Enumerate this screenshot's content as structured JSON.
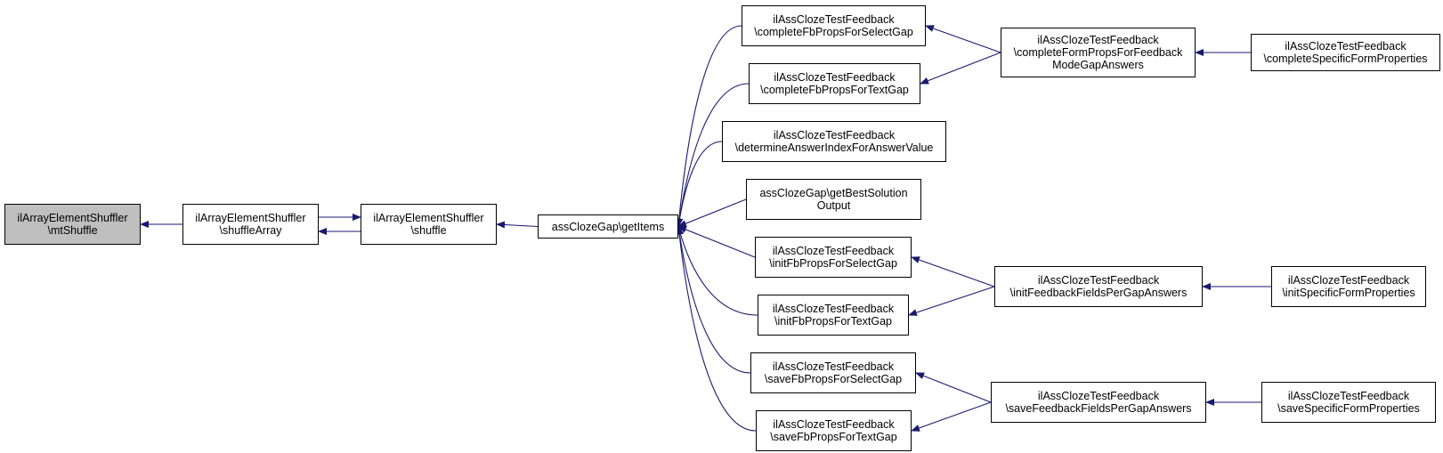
{
  "colors": {
    "edge": "#191970",
    "root_fill": "#bfbfbf",
    "node_fill": "#ffffff",
    "border": "#000000"
  },
  "nodes": {
    "root": {
      "line1": "ilArrayElementShuffler",
      "line2": "\\mtShuffle"
    },
    "shuffle_array": {
      "line1": "ilArrayElementShuffler",
      "line2": "\\shuffleArray"
    },
    "shuffle": {
      "line1": "ilArrayElementShuffler",
      "line2": "\\shuffle"
    },
    "get_items": {
      "line1": "assClozeGap\\getItems"
    },
    "complete_select": {
      "line1": "ilAssClozeTestFeedback",
      "line2": "\\completeFbPropsForSelectGap"
    },
    "complete_text": {
      "line1": "ilAssClozeTestFeedback",
      "line2": "\\completeFbPropsForTextGap"
    },
    "determine_index": {
      "line1": "ilAssClozeTestFeedback",
      "line2": "\\determineAnswerIndexForAnswerValue"
    },
    "best_solution": {
      "line1": "assClozeGap\\getBestSolution",
      "line2": "Output"
    },
    "init_select": {
      "line1": "ilAssClozeTestFeedback",
      "line2": "\\initFbPropsForSelectGap"
    },
    "init_text": {
      "line1": "ilAssClozeTestFeedback",
      "line2": "\\initFbPropsForTextGap"
    },
    "save_select": {
      "line1": "ilAssClozeTestFeedback",
      "line2": "\\saveFbPropsForSelectGap"
    },
    "save_text": {
      "line1": "ilAssClozeTestFeedback",
      "line2": "\\saveFbPropsForTextGap"
    },
    "complete_form_props": {
      "line1": "ilAssClozeTestFeedback",
      "line2": "\\completeFormPropsForFeedback",
      "line3": "ModeGapAnswers"
    },
    "init_feedback_fields": {
      "line1": "ilAssClozeTestFeedback",
      "line2": "\\initFeedbackFieldsPerGapAnswers"
    },
    "save_feedback_fields": {
      "line1": "ilAssClozeTestFeedback",
      "line2": "\\saveFeedbackFieldsPerGapAnswers"
    },
    "complete_specific": {
      "line1": "ilAssClozeTestFeedback",
      "line2": "\\completeSpecificFormProperties"
    },
    "init_specific": {
      "line1": "ilAssClozeTestFeedback",
      "line2": "\\initSpecificFormProperties"
    },
    "save_specific": {
      "line1": "ilAssClozeTestFeedback",
      "line2": "\\saveSpecificFormProperties"
    }
  },
  "edges": [
    [
      "shuffle_array",
      "root"
    ],
    [
      "shuffle_array",
      "shuffle"
    ],
    [
      "shuffle",
      "shuffle_array"
    ],
    [
      "get_items",
      "shuffle"
    ],
    [
      "complete_select",
      "get_items"
    ],
    [
      "complete_text",
      "get_items"
    ],
    [
      "determine_index",
      "get_items"
    ],
    [
      "best_solution",
      "get_items"
    ],
    [
      "init_select",
      "get_items"
    ],
    [
      "init_text",
      "get_items"
    ],
    [
      "save_select",
      "get_items"
    ],
    [
      "save_text",
      "get_items"
    ],
    [
      "complete_form_props",
      "complete_select"
    ],
    [
      "complete_form_props",
      "complete_text"
    ],
    [
      "init_feedback_fields",
      "init_select"
    ],
    [
      "init_feedback_fields",
      "init_text"
    ],
    [
      "save_feedback_fields",
      "save_select"
    ],
    [
      "save_feedback_fields",
      "save_text"
    ],
    [
      "complete_specific",
      "complete_form_props"
    ],
    [
      "init_specific",
      "init_feedback_fields"
    ],
    [
      "save_specific",
      "save_feedback_fields"
    ]
  ]
}
